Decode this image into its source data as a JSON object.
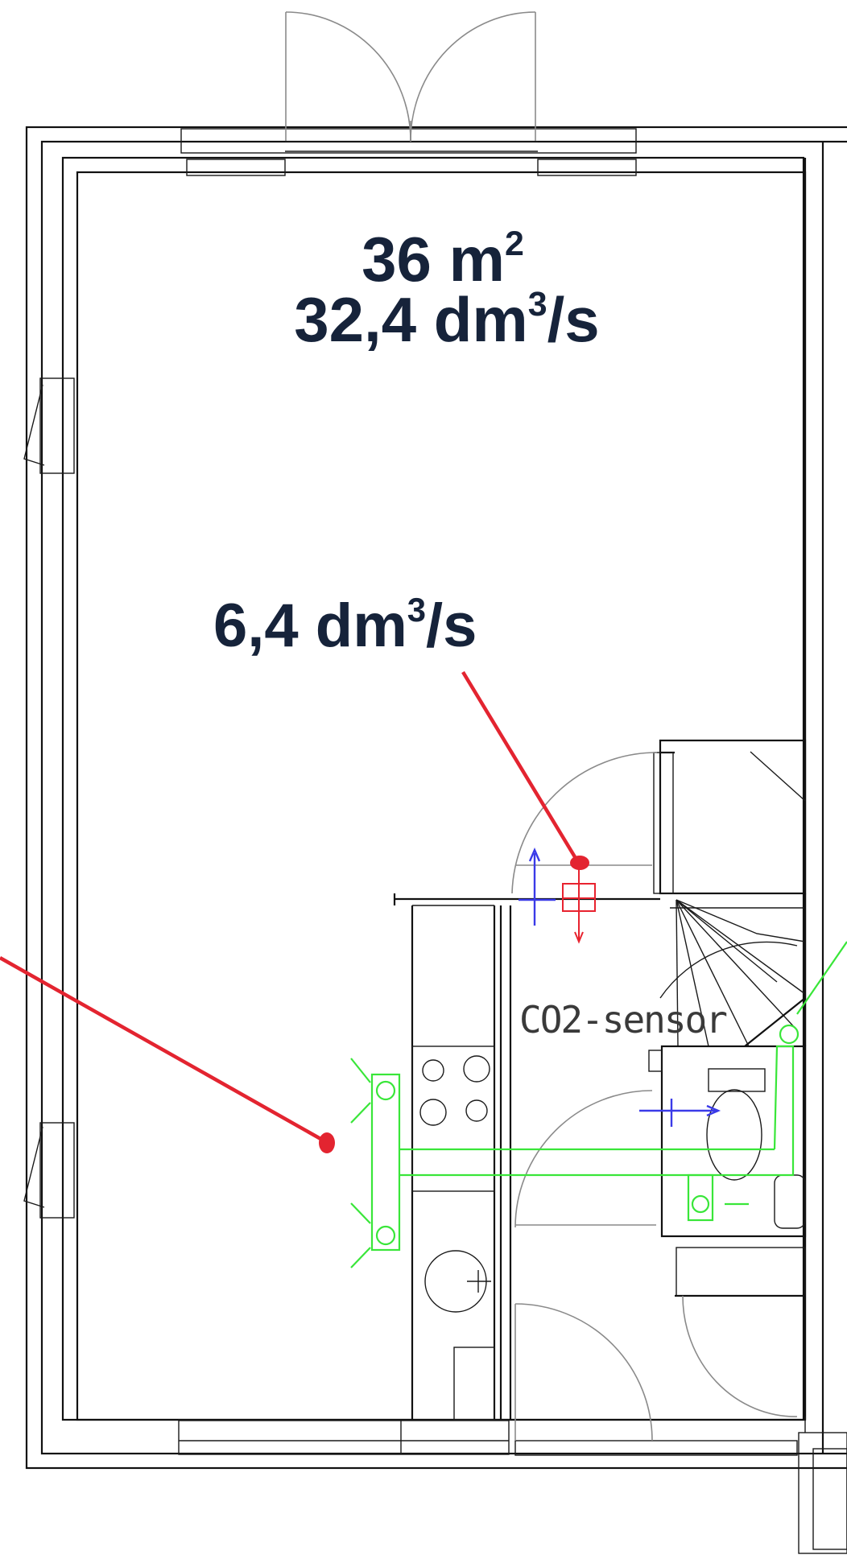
{
  "labels": {
    "area_value": "36 m",
    "area_sup": "2",
    "main_flow_value": "32,4 dm",
    "main_flow_sup": "3",
    "main_flow_unit": "/s",
    "valve_flow_value": "6,4 dm",
    "valve_flow_sup": "3",
    "valve_flow_unit": "/s",
    "sensor": "CO2-sensor"
  },
  "colors": {
    "label_text": "#16233a",
    "leader_line": "#e32430",
    "ventilation_duct": "#39e639",
    "supply_valve": "#e8232f",
    "air_arrow": "#3a3ae8",
    "wall": "#111111"
  }
}
